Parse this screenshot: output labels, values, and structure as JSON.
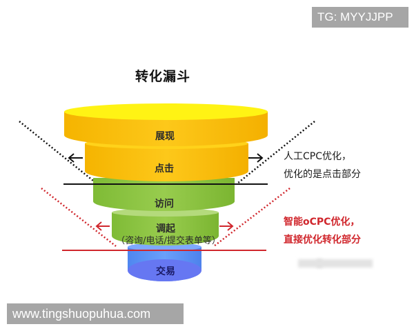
{
  "watermarks": {
    "top_right": "TG: MYYJJPP",
    "bottom_left": "www.tingshuopuhua.com"
  },
  "diagram": {
    "title": "转化漏斗",
    "tiers": [
      {
        "label": "展现",
        "color": "#fbbf0a",
        "top_color": "#fff10a"
      },
      {
        "label": "点击",
        "color": "#fbbf0a",
        "top_color": "#ffcf10"
      },
      {
        "label": "访问",
        "color": "#8cc640",
        "top_color": "#9fd155"
      },
      {
        "label": "调起",
        "sublabel": "（咨询/电话/提交表单等）",
        "color": "#8cc640",
        "top_color": "#9fd155"
      },
      {
        "label": "交易",
        "color": "#5a8cf2",
        "top_color": "#6a7cf5"
      }
    ],
    "annotations": {
      "manual_cpc": {
        "line1": "人工CPC优化，",
        "line2": "优化的是点击部分",
        "color": "#1a1a1a"
      },
      "smart_ocpc": {
        "line1": "智能oCPC优化，",
        "line2": "直接优化转化部分",
        "color": "#d0262c"
      }
    },
    "lines": {
      "black_line_color": "#111111",
      "red_line_color": "#d0262c"
    }
  }
}
